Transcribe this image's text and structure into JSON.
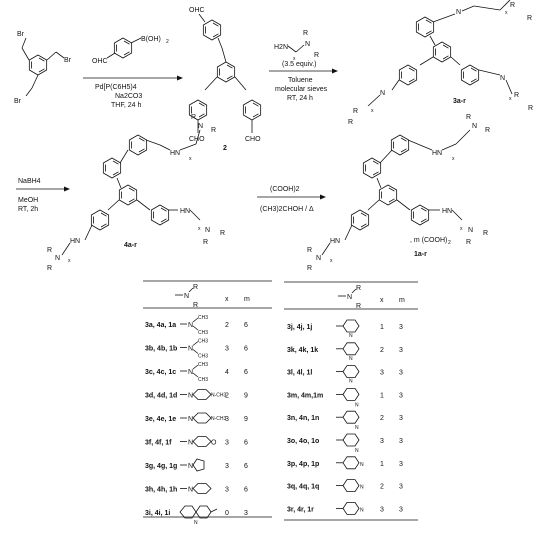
{
  "step1": {
    "reagent_boronic": "B(OH)",
    "reagent_boronic_sub": "2",
    "boronic_cho": "OHC",
    "br_labels": [
      "Br",
      "Br",
      "Br"
    ],
    "conditions": [
      "Pd[P(C6H5)4",
      "Na2CO3",
      "THF, 24 h"
    ],
    "product_label": "2",
    "cho_labels": [
      "OHC",
      "CHO",
      "CHO"
    ]
  },
  "step2": {
    "reagent_amine": "H2N",
    "reagent_n": "N",
    "reagent_r": [
      "R",
      "R"
    ],
    "reagent_x": "x",
    "equiv": "(3.5 equiv.)",
    "conditions": [
      "Toluene",
      "molecular sieves",
      "RT, 24 h"
    ],
    "product_label": "3a-r",
    "imine_n": [
      "N",
      "N",
      "N"
    ],
    "r_labels": [
      "R",
      "R",
      "R",
      "R",
      "R",
      "R"
    ],
    "x_labels": [
      "x",
      "x",
      "x"
    ]
  },
  "step3": {
    "conditions": [
      "NaBH4",
      "MeOH",
      "RT, 2h"
    ],
    "product_label": "4a-r",
    "hn_labels": [
      "HN",
      "HN",
      "HN"
    ],
    "n_labels": [
      "N",
      "N",
      "N"
    ],
    "r_labels": [
      "R",
      "R",
      "R",
      "R",
      "R",
      "R"
    ],
    "x_labels": [
      "x",
      "x",
      "x"
    ]
  },
  "step4": {
    "conditions": [
      "(COOH)2",
      "(CH3)2CHOH / Δ"
    ],
    "product_label": "1a-r",
    "salt_text": ", m (COOH)",
    "salt_sub": "2",
    "hn_labels": [
      "HN",
      "HN",
      "HN"
    ],
    "n_labels": [
      "N",
      "N",
      "N"
    ],
    "r_labels": [
      "R",
      "R",
      "R",
      "R",
      "R",
      "R"
    ],
    "x_labels": [
      "x",
      "x",
      "x"
    ]
  },
  "table_left": {
    "header": {
      "n": "N",
      "r1": "R",
      "r2": "R",
      "x": "x",
      "m": "m"
    },
    "rows": [
      {
        "id": "3a, 4a, 1a",
        "sub": "−N(CH3)2",
        "x": "2",
        "m": "6"
      },
      {
        "id": "3b, 4b, 1b",
        "sub": "−N(CH3)2",
        "x": "3",
        "m": "6"
      },
      {
        "id": "3c, 4c, 1c",
        "sub": "−N(CH3)2",
        "x": "4",
        "m": "6"
      },
      {
        "id": "3d, 4d, 1d",
        "sub": "−N(piperazine)N-CH3",
        "x": "2",
        "m": "9"
      },
      {
        "id": "3e, 4e, 1e",
        "sub": "−N(piperazine)N-CH3",
        "x": "3",
        "m": "9"
      },
      {
        "id": "3f, 4f, 1f",
        "sub": "−N(morpholine)O",
        "x": "3",
        "m": "6"
      },
      {
        "id": "3g, 4g, 1g",
        "sub": "−N(pyrrolidine)",
        "x": "3",
        "m": "6"
      },
      {
        "id": "3h, 4h, 1h",
        "sub": "−N(piperidine)",
        "x": "3",
        "m": "6"
      },
      {
        "id": "3i, 4i, 1i",
        "sub": "quinolin-2-yl",
        "x": "0",
        "m": "3"
      }
    ],
    "ch3": "CH",
    "ch3_sub": "3",
    "n_ch3": "N-CH",
    "n_label": "N",
    "o_label": "O"
  },
  "table_right": {
    "header": {
      "n": "N",
      "r1": "R",
      "r2": "R",
      "x": "x",
      "m": "m"
    },
    "rows": [
      {
        "id": "3j, 4j, 1j",
        "sub": "pyridin-2-yl",
        "x": "1",
        "m": "3"
      },
      {
        "id": "3k, 4k, 1k",
        "sub": "pyridin-2-yl",
        "x": "2",
        "m": "3"
      },
      {
        "id": "3l, 4l, 1l",
        "sub": "pyridin-2-yl",
        "x": "3",
        "m": "3"
      },
      {
        "id": "3m, 4m,1m",
        "sub": "pyridin-3-yl",
        "x": "1",
        "m": "3"
      },
      {
        "id": "3n, 4n, 1n",
        "sub": "pyridin-3-yl",
        "x": "2",
        "m": "3"
      },
      {
        "id": "3o, 4o, 1o",
        "sub": "pyridin-3-yl",
        "x": "3",
        "m": "3"
      },
      {
        "id": "3p, 4p, 1p",
        "sub": "pyridin-4-yl",
        "x": "1",
        "m": "3"
      },
      {
        "id": "3q, 4q, 1q",
        "sub": "pyridin-4-yl",
        "x": "2",
        "m": "3"
      },
      {
        "id": "3r, 4r, 1r",
        "sub": "pyridin-4-yl",
        "x": "3",
        "m": "3"
      }
    ],
    "n_label": "N"
  }
}
